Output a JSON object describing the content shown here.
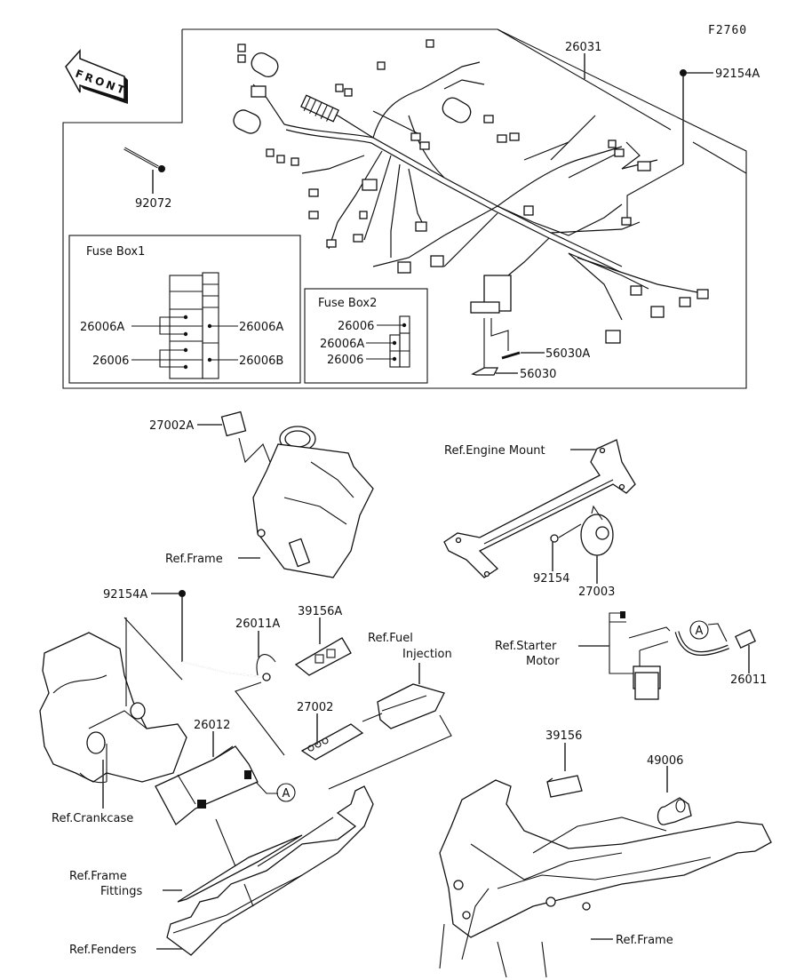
{
  "diagram": {
    "code": "F2760",
    "front_arrow": "FRONT",
    "callouts": {
      "harness": "26031",
      "bolt_top": "92154A",
      "clamp": "92072",
      "label_a": "56030A",
      "label_b": "56030",
      "relay_a": "27002A",
      "ref_frame_1": "Ref.Frame",
      "ref_engine_mount": "Ref.Engine Mount",
      "bolt_horn": "92154",
      "horn": "27003",
      "bolt_ground": "92154A",
      "ground_lead": "26011A",
      "cover_a": "39156A",
      "ref_fuel_injection_1": "Ref.Fuel",
      "ref_fuel_injection_2": "Injection",
      "ref_starter_motor_1": "Ref.Starter",
      "ref_starter_motor_2": "Motor",
      "battery_lead": "26011",
      "relay": "27002",
      "battery": "26012",
      "ref_crankcase": "Ref.Crankcase",
      "cover": "39156",
      "buzzer": "49006",
      "ref_frame_fittings_1": "Ref.Frame",
      "ref_frame_fittings_2": "Fittings",
      "ref_fenders": "Ref.Fenders",
      "ref_frame_2": "Ref.Frame",
      "circle_a_1": "A",
      "circle_a_2": "A"
    },
    "fuse_box1": {
      "title": "Fuse Box1",
      "left": [
        "26006A",
        "26006"
      ],
      "right": [
        "26006A",
        "26006B"
      ]
    },
    "fuse_box2": {
      "title": "Fuse Box2",
      "items": [
        "26006",
        "26006A",
        "26006"
      ]
    }
  }
}
